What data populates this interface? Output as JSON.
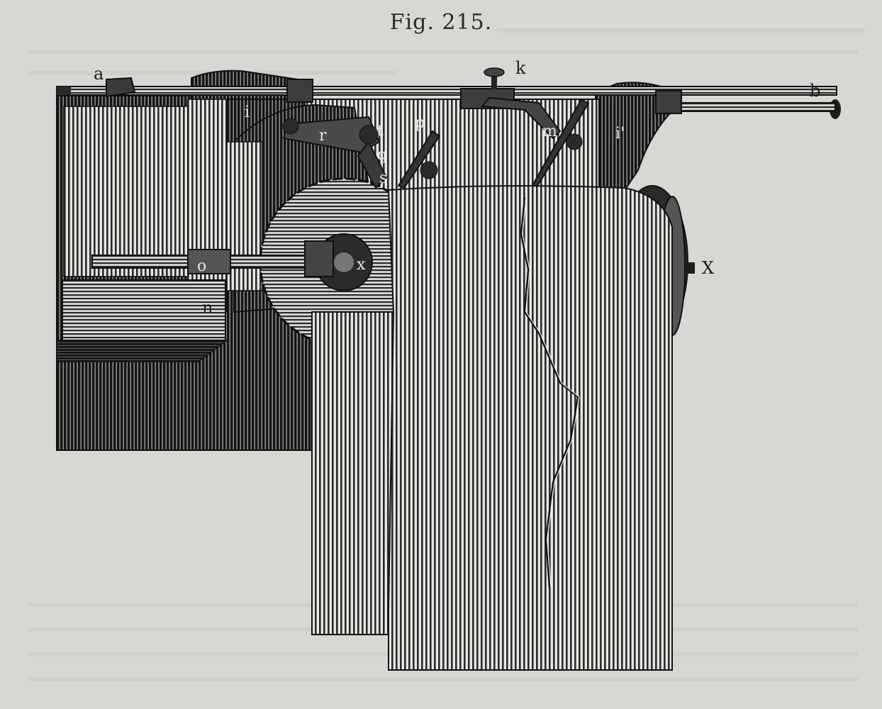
{
  "figure": {
    "title": "Fig. 215."
  },
  "labels": {
    "a": "a",
    "b": "b",
    "k": "k",
    "i": "i",
    "i2": "i'",
    "r": "r",
    "t": "t",
    "p": "p",
    "q": "q",
    "s": "s",
    "m": "m",
    "o": "o",
    "n": "n",
    "x_small": "x",
    "x_big": "X"
  },
  "colors": {
    "paper": "#d6d8d4",
    "ink": "#1c1c1c",
    "metal": "#3a3a3a",
    "strip": "#c9cbc6"
  }
}
